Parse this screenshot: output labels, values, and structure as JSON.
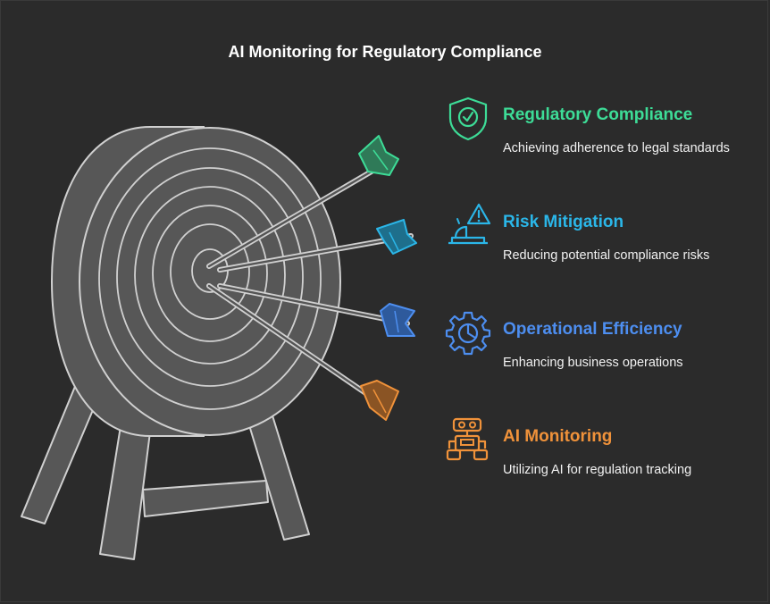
{
  "title": "AI Monitoring for Regulatory Compliance",
  "colors": {
    "background": "#2b2b2b",
    "target_fill": "#575757",
    "target_stroke": "#d0d0d0",
    "green": "#3ddc97",
    "cyan": "#2bb6e8",
    "blue": "#4d8ef0",
    "orange": "#f0923a"
  },
  "items": [
    {
      "heading": "Regulatory Compliance",
      "description": "Achieving adherence to legal standards",
      "icon": "shield-check-icon",
      "color": "#3ddc97"
    },
    {
      "heading": "Risk Mitigation",
      "description": "Reducing potential compliance risks",
      "icon": "warning-triangle-icon",
      "color": "#2bb6e8"
    },
    {
      "heading": "Operational Efficiency",
      "description": "Enhancing business operations",
      "icon": "gear-chart-icon",
      "color": "#4d8ef0"
    },
    {
      "heading": "AI Monitoring",
      "description": "Utilizing AI for regulation tracking",
      "icon": "robot-icon",
      "color": "#f0923a"
    }
  ]
}
